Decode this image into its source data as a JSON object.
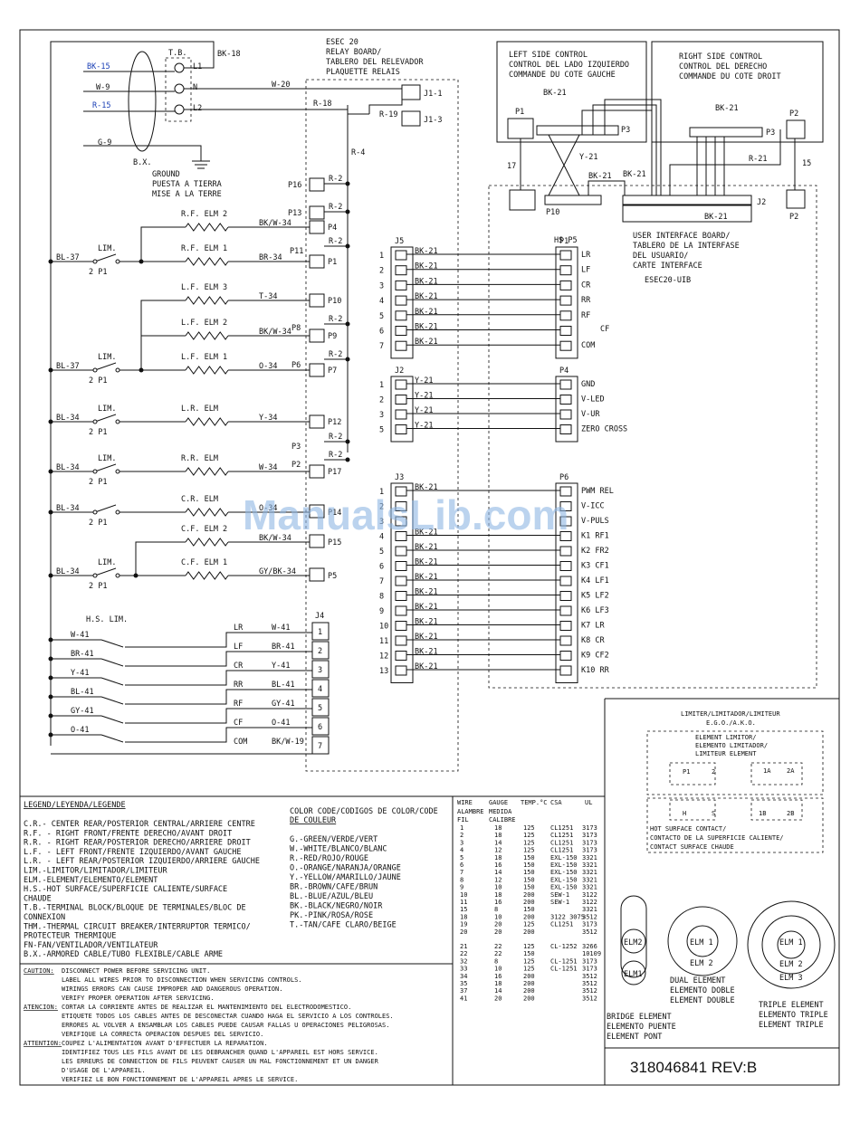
{
  "main_board": {
    "title_lines": [
      "ESEC 20",
      "RELAY BOARD/",
      "TABLERO DEL RELEVADOR",
      "PLAQUETTE RELAIS"
    ],
    "pins": [
      "J1-1",
      "J1-3",
      "P16",
      "P13",
      "P4",
      "P11",
      "P1",
      "P10",
      "P8",
      "P9",
      "P6",
      "P7",
      "P12",
      "P3",
      "P2",
      "P17",
      "P14",
      "P15",
      "P5"
    ]
  },
  "supply": {
    "tb_label": "T.B.",
    "bk18": "BK-18",
    "terms": [
      "L1",
      "N",
      "L2"
    ],
    "wires": [
      "BK-15",
      "W-9",
      "R-15",
      "G-9"
    ],
    "bx": "B.X.",
    "ground": [
      "GROUND",
      "PUESTA A TIERRA",
      "MISE A LA TERRE"
    ],
    "w20": "W-20",
    "r18": "R-18",
    "r19": "R-19",
    "r4": "R-4",
    "r2": "R-2"
  },
  "elements": [
    {
      "name": "R.F. ELM 2",
      "wire": "BK/W-34",
      "pin": "P4"
    },
    {
      "name": "R.F. ELM 1",
      "wire": "BR-34",
      "pin": "P1"
    },
    {
      "name": "L.F. ELM 3",
      "wire": "T-34",
      "pin": "P10"
    },
    {
      "name": "L.F. ELM 2",
      "wire": "BK/W-34",
      "pin": "P9"
    },
    {
      "name": "L.F. ELM 1",
      "wire": "O-34",
      "pin": "P7"
    },
    {
      "name": "L.R. ELM",
      "wire": "Y-34",
      "pin": "P12"
    },
    {
      "name": "R.R. ELM",
      "wire": "W-34",
      "pin": "P17"
    },
    {
      "name": "C.R. ELM",
      "wire": "O-34",
      "pin": "P14"
    },
    {
      "name": "C.F. ELM 2",
      "wire": "BK/W-34",
      "pin": "P15"
    },
    {
      "name": "C.F. ELM 1",
      "wire": "GY/BK-34",
      "pin": "P5"
    }
  ],
  "limiters": [
    {
      "label": "LIM.",
      "wire": "BL-37",
      "pins": "2    P1"
    },
    {
      "label": "LIM.",
      "wire": "BL-37",
      "pins": "2    P1"
    },
    {
      "label": "LIM.",
      "wire": "BL-34",
      "pins": "2    P1"
    },
    {
      "label": "LIM.",
      "wire": "BL-34",
      "pins": "2    P1"
    },
    {
      "label": "",
      "wire": "BL-34",
      "pins": "2    P1"
    },
    {
      "label": "LIM.",
      "wire": "BL-34",
      "pins": "2    P1"
    }
  ],
  "hs_lim": {
    "title": "H.S. LIM.",
    "rows": [
      {
        "wire": "W-41",
        "code": "LR",
        "wire2": "W-41",
        "pin": "1"
      },
      {
        "wire": "BR-41",
        "code": "LF",
        "wire2": "BR-41",
        "pin": "2"
      },
      {
        "wire": "Y-41",
        "code": "CR",
        "wire2": "Y-41",
        "pin": "3"
      },
      {
        "wire": "BL-41",
        "code": "RR",
        "wire2": "BL-41",
        "pin": "4"
      },
      {
        "wire": "GY-41",
        "code": "RF",
        "wire2": "GY-41",
        "pin": "5"
      },
      {
        "wire": "O-41",
        "code": "CF",
        "wire2": "O-41",
        "pin": "6"
      },
      {
        "wire": "",
        "code": "COM",
        "wire2": "BK/W-19",
        "pin": "7"
      }
    ],
    "j4": "J4"
  },
  "controls": {
    "left": [
      "LEFT SIDE CONTROL",
      "CONTROL DEL LADO IZQUIERDO",
      "COMMANDE DU COTE GAUCHE"
    ],
    "right": [
      "RIGHT SIDE CONTROL",
      "CONTROL DEL DERECHO",
      "COMMANDE DU COTE DROIT"
    ],
    "bk21": "BK-21",
    "y21": "Y-21",
    "r21": "R-21",
    "w17": "17",
    "w15": "15",
    "p1": "P1",
    "p2": "P2",
    "p3": "P3",
    "p10": "P10",
    "j2": "J2",
    "uib": [
      "USER INTERFACE BOARD/",
      "TABLERO DE LA INTERFASE",
      "DEL USUARIO/",
      "CARTE INTERFACE"
    ],
    "uib_id": "ESEC20-UIB"
  },
  "j5": {
    "label": "J5",
    "p_label": "P1",
    "hs": "HS P5",
    "rows": [
      {
        "n": "1",
        "wire": "BK-21",
        "sig": "LR"
      },
      {
        "n": "2",
        "wire": "BK-21",
        "sig": "LF"
      },
      {
        "n": "3",
        "wire": "BK-21",
        "sig": "CR"
      },
      {
        "n": "4",
        "wire": "BK-21",
        "sig": "RR"
      },
      {
        "n": "5",
        "wire": "BK-21",
        "sig": "RF"
      },
      {
        "n": "6",
        "wire": "BK-21",
        "sig": ""
      },
      {
        "n": "7",
        "wire": "BK-21",
        "sig": "COM"
      }
    ],
    "cf": "CF"
  },
  "j2": {
    "label": "J2",
    "p_label": "P4",
    "rows": [
      {
        "n": "1",
        "wire": "Y-21",
        "sig": "GND"
      },
      {
        "n": "2",
        "wire": "Y-21",
        "sig": "V-LED"
      },
      {
        "n": "3",
        "wire": "Y-21",
        "sig": "V-UR"
      },
      {
        "n": "5",
        "wire": "Y-21",
        "sig": "ZERO CROSS"
      }
    ]
  },
  "j3": {
    "label": "J3",
    "p_label": "P6",
    "rows": [
      {
        "n": "1",
        "wire": "BK-21",
        "sig": "PWM REL"
      },
      {
        "n": "2",
        "wire": "",
        "sig": "V-ICC"
      },
      {
        "n": "3",
        "wire": "",
        "sig": "V-PULS"
      },
      {
        "n": "4",
        "wire": "BK-21",
        "sig": "K1  RF1"
      },
      {
        "n": "5",
        "wire": "BK-21",
        "sig": "K2  FR2"
      },
      {
        "n": "6",
        "wire": "BK-21",
        "sig": "K3  CF1"
      },
      {
        "n": "7",
        "wire": "BK-21",
        "sig": "K4  LF1"
      },
      {
        "n": "8",
        "wire": "BK-21",
        "sig": "K5  LF2"
      },
      {
        "n": "9",
        "wire": "BK-21",
        "sig": "K6  LF3"
      },
      {
        "n": "10",
        "wire": "BK-21",
        "sig": "K7  LR"
      },
      {
        "n": "11",
        "wire": "BK-21",
        "sig": "K8  CR"
      },
      {
        "n": "12",
        "wire": "BK-21",
        "sig": "K9  CF2"
      },
      {
        "n": "13",
        "wire": "BK-21",
        "sig": "K10 RR"
      }
    ]
  },
  "watermark": "ManualsLib.com",
  "legend": {
    "title": "LEGEND/LEYENDA/LEGENDE",
    "lines": [
      "C.R.- CENTER REAR/POSTERIOR CENTRAL/ARRIERE CENTRE",
      "R.F. - RIGHT FRONT/FRENTE DERECHO/AVANT DROIT",
      "R.R. - RIGHT REAR/POSTERIOR DERECHO/ARRIERE DROIT",
      "L.F. - LEFT FRONT/FRENTE IZQUIERDO/AVANT GAUCHE",
      "L.R. - LEFT REAR/POSTERIOR IZQUIERDO/ARRIERE GAUCHE",
      "LIM.-LIMITOR/LIMITADOR/LIMITEUR",
      "ELM.-ELEMENT/ELEMENTO/ELEMENT",
      "H.S.-HOT SURFACE/SUPERFICIE CALIENTE/SURFACE",
      "     CHAUDE",
      "T.B.-TERMINAL BLOCK/BLOQUE DE TERMINALES/BLOC DE",
      "     CONNEXION",
      "THM.-THERMAL CIRCUIT BREAKER/INTERRUPTOR TERMICO/",
      "     PROTECTEUR THERMIQUE",
      "FN-FAN/VENTILADOR/VENTILATEUR",
      "B.X.-ARMORED CABLE/TUBO FLEXIBLE/CABLE ARME"
    ]
  },
  "color_code": {
    "title": [
      "COLOR CODE/CODIGOS DE COLOR/CODE",
      "DE COULEUR"
    ],
    "lines": [
      "G.-GREEN/VERDE/VERT",
      "W.-WHITE/BLANCO/BLANC",
      "R.-RED/ROJO/ROUGE",
      "O.-ORANGE/NARANJA/ORANGE",
      "Y.-YELLOW/AMARILLO/JAUNE",
      "BR.-BROWN/CAFE/BRUN",
      "BL.-BLUE/AZUL/BLEU",
      "BK.-BLACK/NEGRO/NOIR",
      "PK.-PINK/ROSA/ROSE",
      "T.-TAN/CAFE CLARO/BEIGE"
    ]
  },
  "wire_table": {
    "headers": [
      "WIRE",
      "GAUGE",
      "TEMP.°C",
      "CSA",
      "UL"
    ],
    "subheaders": [
      "ALAMBRE",
      "MEDIDA",
      "FIL",
      "CALIBRE"
    ],
    "rows": [
      [
        "1",
        "18",
        "125",
        "CL1251",
        "3173"
      ],
      [
        "2",
        "18",
        "125",
        "CL1251",
        "3173"
      ],
      [
        "3",
        "14",
        "125",
        "CL1251",
        "3173"
      ],
      [
        "4",
        "12",
        "125",
        "CL1251",
        "3173"
      ],
      [
        "5",
        "18",
        "150",
        "EXL-150",
        "3321"
      ],
      [
        "6",
        "16",
        "150",
        "EXL-150",
        "3321"
      ],
      [
        "7",
        "14",
        "150",
        "EXL-150",
        "3321"
      ],
      [
        "8",
        "12",
        "150",
        "EXL-150",
        "3321"
      ],
      [
        "9",
        "10",
        "150",
        "EXL-150",
        "3321"
      ],
      [
        "10",
        "18",
        "200",
        "SEW-1",
        "3122"
      ],
      [
        "11",
        "16",
        "200",
        "SEW-1",
        "3122"
      ],
      [
        "15",
        "8",
        "150",
        "",
        "3321"
      ],
      [
        "18",
        "10",
        "200",
        "3122 3075",
        "3512"
      ],
      [
        "19",
        "20",
        "125",
        "CL1251",
        "3173"
      ],
      [
        "20",
        "20",
        "200",
        "",
        "3512"
      ],
      [
        "21",
        "22",
        "125",
        "CL-1252",
        "3266"
      ],
      [
        "22",
        "22",
        "150",
        "",
        "10109"
      ],
      [
        "32",
        "8",
        "125",
        "CL-1251",
        "3173"
      ],
      [
        "33",
        "10",
        "125",
        "CL-1251",
        "3173"
      ],
      [
        "34",
        "16",
        "200",
        "",
        "3512"
      ],
      [
        "35",
        "18",
        "200",
        "",
        "3512"
      ],
      [
        "37",
        "14",
        "200",
        "",
        "3512"
      ],
      [
        "41",
        "20",
        "200",
        "",
        "3512"
      ]
    ]
  },
  "caution": {
    "lines": [
      [
        "CAUTION:",
        "DISCONNECT POWER BEFORE SERVICING UNIT."
      ],
      [
        "",
        "     LABEL ALL WIRES PRIOR TO DISCONNECTION WHEN SERVICING CONTROLS."
      ],
      [
        "",
        "     WIRINGS ERRORS CAN CAUSE IMPROPER AND DANGEROUS OPERATION."
      ],
      [
        "",
        "     VERIFY PROPER OPERATION AFTER SERVICING."
      ],
      [
        "ATENCION:",
        "CORTAR LA CORRIENTE ANTES DE REALIZAR EL MANTENIMIENTO DEL ELECTRODOMESTICO."
      ],
      [
        "",
        "     ETIQUETE TODOS LOS CABLES ANTES DE DESCONECTAR CUANDO HAGA EL SERVICIO A LOS CONTROLES."
      ],
      [
        "",
        "     ERRORES AL VOLVER A ENSAMBLAR LOS CABLES PUEDE CAUSAR FALLAS U OPERACIONES PELIGROSAS."
      ],
      [
        "",
        "     VERIFIQUE LA CORRECTA OPERACION DESPUES DEL SERVICIO."
      ],
      [
        "ATTENTION:",
        "COUPEZ L'ALIMENTATION AVANT D'EFFECTUER LA REPARATION."
      ],
      [
        "",
        "     IDENTIFIEZ TOUS LES FILS AVANT DE LES DEBRANCHER QUAND L'APPAREIL EST HORS SERVICE."
      ],
      [
        "",
        "     LES ERREURS DE CONNECTION DE FILS PEUVENT CAUSER UN MAL FONCTIONNEMENT ET UN DANGER"
      ],
      [
        "",
        "     D'USAGE DE L'APPAREIL."
      ],
      [
        "",
        "     VERIFIEZ LE BON FONCTIONNEMENT DE L'APPAREIL APRES LE SERVICE."
      ]
    ]
  },
  "limiter_box": {
    "title": [
      "LIMITER/LIMITADOR/LIMITEUR",
      "E.G.O./A.K.O."
    ],
    "element_limiter": [
      "ELEMENT LIMITOR/",
      "ELEMENTO LIMITADOR/",
      "LIMITEUR ELEMENT"
    ],
    "hot_surface": [
      "HOT SURFACE CONTACT/",
      "CONTACTO DE LA SUPERFICIE CALIENTE/",
      "CONTACT SURFACE CHAUDE"
    ],
    "term_left": [
      "P1",
      "2"
    ],
    "term_right": [
      "1A",
      "2A"
    ],
    "term_left_low": [
      "H",
      "S"
    ],
    "term_right_low": [
      "1B",
      "2B"
    ]
  },
  "element_types": {
    "bridge": [
      "BRIDGE ELEMENT",
      "ELEMENTO PUENTE",
      "ELEMENT PONT"
    ],
    "bridge_labels": [
      "ELM2",
      "ELM1"
    ],
    "dual": [
      "DUAL ELEMENT",
      "ELEMENTO DOBLE",
      "ELEMENT DOUBLE"
    ],
    "dual_labels": [
      "ELM 1",
      "ELM 2"
    ],
    "triple": [
      "TRIPLE ELEMENT",
      "ELEMENTO TRIPLE",
      "ELEMENT TRIPLE"
    ],
    "triple_labels": [
      "ELM 1",
      "ELM 2",
      "ELM 3"
    ]
  },
  "part_number": "318046841  REV:B",
  "colors": {
    "highlight_wire": "#1a3fb5",
    "watermark": "#8fb6e3"
  }
}
